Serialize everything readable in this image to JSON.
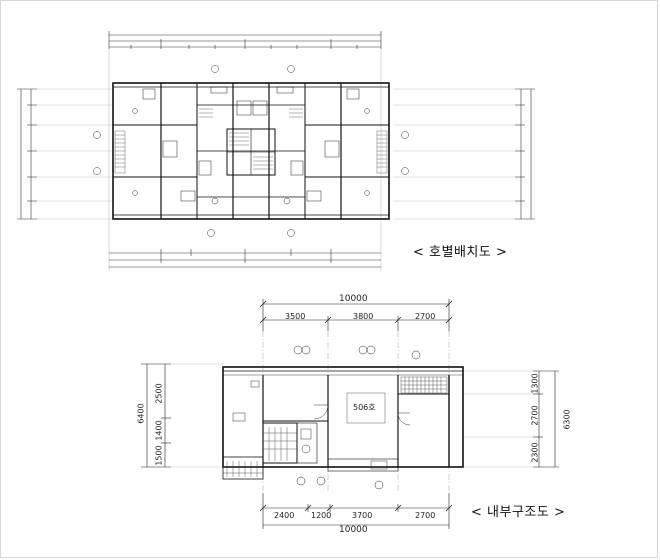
{
  "captions": {
    "unit_layout": "< 호별배치도 >",
    "interior_structure": "< 내부구조도 >"
  },
  "lower_plan": {
    "top_total": "10000",
    "top_segments": [
      "3500",
      "3800",
      "2700"
    ],
    "bottom_segments": [
      "2400",
      "1200",
      "3700",
      "2700"
    ],
    "bottom_total": "10000",
    "left_total": "6400",
    "left_segments": [
      "2500",
      "1400",
      "1500"
    ],
    "right_segments": [
      "1300",
      "2700",
      "2300"
    ],
    "right_total": "6300",
    "room_label": "506호"
  }
}
